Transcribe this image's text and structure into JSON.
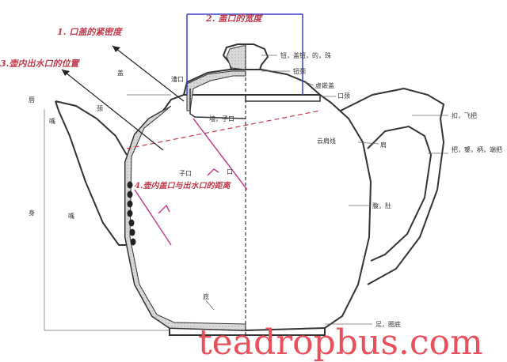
{
  "annotations": {
    "lid_fit": "1. 口盖的紧密度",
    "lid_width": "2. 盖口的宽度",
    "spout_hole_position": "3.壶内出水口的位置",
    "lid_to_spout_distance": "4.壶内盖口与出水口的距离"
  },
  "labels": {
    "knob": "钮，盖钮，的，珠",
    "knob_neck": "钮颈",
    "lid": "盖",
    "lip_edge": "漕口",
    "lid_inner": "虚嵌盖",
    "mouth_neck": "口颈",
    "rim": "唇",
    "neck": "颈",
    "spout": "嘴",
    "wall_mouth": "墙，子口",
    "cloud_line": "云肩线",
    "shoulder": "肩",
    "handle_top": "扣，飞把",
    "handle": "把，鋬，柄，端把",
    "sub_mouth": "子口",
    "mouth": "口",
    "body": "身",
    "spout_root": "嘴",
    "belly": "腹，肚",
    "bottom": "底",
    "foot": "足，圈底"
  },
  "watermark": "teadropbus.com",
  "colors": {
    "line": "#333333",
    "annotation": "#c0394a",
    "guide_blue": "#3a3ec8",
    "arrow_magenta": "#c2408f",
    "wall_fill": "#d6d6d6",
    "watermark": "#e8505b"
  }
}
